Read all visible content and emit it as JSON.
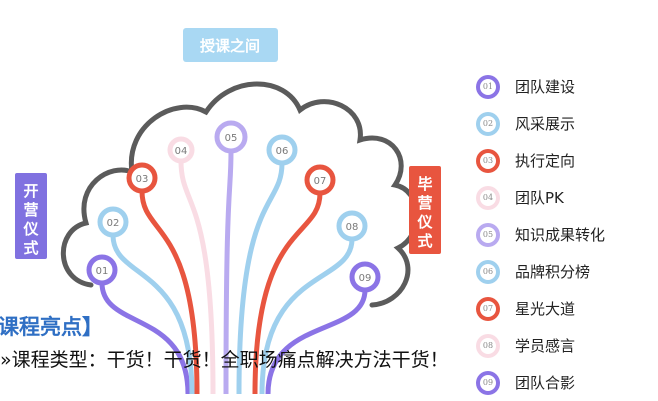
{
  "diagram": {
    "top_label": "授课之间",
    "left_label": "开营仪式",
    "right_label": "毕营仪式",
    "numbers": [
      "01",
      "02",
      "03",
      "04",
      "05",
      "06",
      "07",
      "08",
      "09"
    ],
    "colors": [
      "#8b74e6",
      "#9fd0ee",
      "#e8553f",
      "#f9dce4",
      "#b9aaf0",
      "#9fd0ee",
      "#e8553f",
      "#9fd0ee",
      "#8b74e6"
    ]
  },
  "legend": [
    {
      "num": "01",
      "label": "团队建设",
      "color": "#8b74e6"
    },
    {
      "num": "02",
      "label": "风采展示",
      "color": "#9fd0ee"
    },
    {
      "num": "03",
      "label": "执行定向",
      "color": "#e8553f"
    },
    {
      "num": "04",
      "label": "团队PK",
      "color": "#f9dce4"
    },
    {
      "num": "05",
      "label": "知识成果转化",
      "color": "#b9aaf0"
    },
    {
      "num": "06",
      "label": "品牌积分榜",
      "color": "#9fd0ee"
    },
    {
      "num": "07",
      "label": "星光大道",
      "color": "#e8553f"
    },
    {
      "num": "08",
      "label": "学员感言",
      "color": "#f9dce4"
    },
    {
      "num": "09",
      "label": "团队合影",
      "color": "#8b74e6"
    }
  ],
  "section": {
    "title": "课程亮点】",
    "line": "»课程类型：干货！干货！全职场痛点解决方法干货！"
  }
}
